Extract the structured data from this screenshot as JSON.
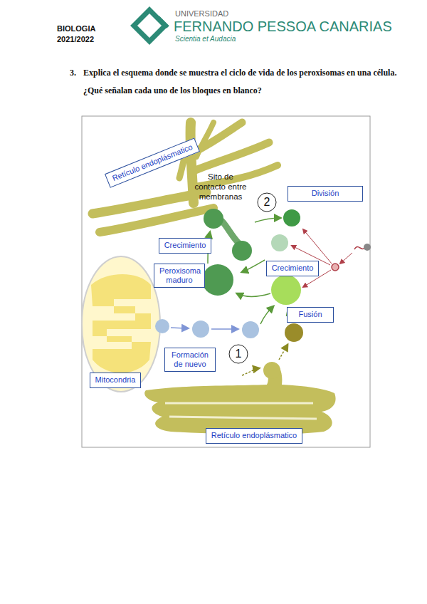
{
  "diagram": {
    "nodes": [
      {
        "text": [
          "Retículo endoplásmatico"
        ]
      },
      {
        "text": [
          "División"
        ]
      },
      {
        "text": [
          "Crecimiento"
        ]
      },
      {
        "text": [
          "Peroxisoma maduro"
        ]
      },
      {
        "text": [
          "Crecimiento"
        ]
      },
      {
        "text": [
          "Fusión"
        ]
      },
      {
        "text": [
          "Formación de nuevo"
        ]
      },
      {
        "text": [
          "Mitocondria"
        ]
      },
      {
        "text": [
          "Retículo endoplásmatico"
        ]
      }
    ],
    "labels": [
      "BIOLOGIA",
      "2021/2022",
      "UNIVERSIDAD",
      "FERNANDO PESSOA CANARIAS",
      "Scientia et Audacia",
      "3.",
      "Explica el esquema donde se muestra el ciclo de vida de los peroxisomas en una célula.",
      "¿Qué señalan cada uno de los bloques en blanco?",
      "Sito de contacto entre membranas",
      "2",
      "1"
    ]
  }
}
